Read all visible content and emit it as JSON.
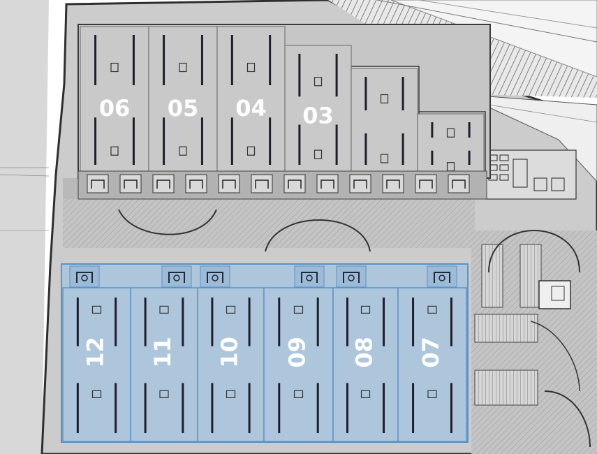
{
  "colors": {
    "background": "#ffffff",
    "site_ground": "#c8c8c8",
    "yard_hatch": "#b4b4b4",
    "north_block": "#c9c9c9",
    "north_block_dark": "#bdbdbd",
    "south_block": "#adc6dc",
    "south_block_edge": "#5b93c6",
    "outline": "#3a3a3a",
    "rack_line": "#1e1e2a",
    "label_text": "#ffffff"
  },
  "north_units": [
    {
      "label": "06"
    },
    {
      "label": "05"
    },
    {
      "label": "04"
    },
    {
      "label": "03"
    },
    {
      "label": ""
    },
    {
      "label": ""
    }
  ],
  "south_units": [
    {
      "label": "12"
    },
    {
      "label": "11"
    },
    {
      "label": "10"
    },
    {
      "label": "09"
    },
    {
      "label": "08"
    },
    {
      "label": "07"
    }
  ]
}
